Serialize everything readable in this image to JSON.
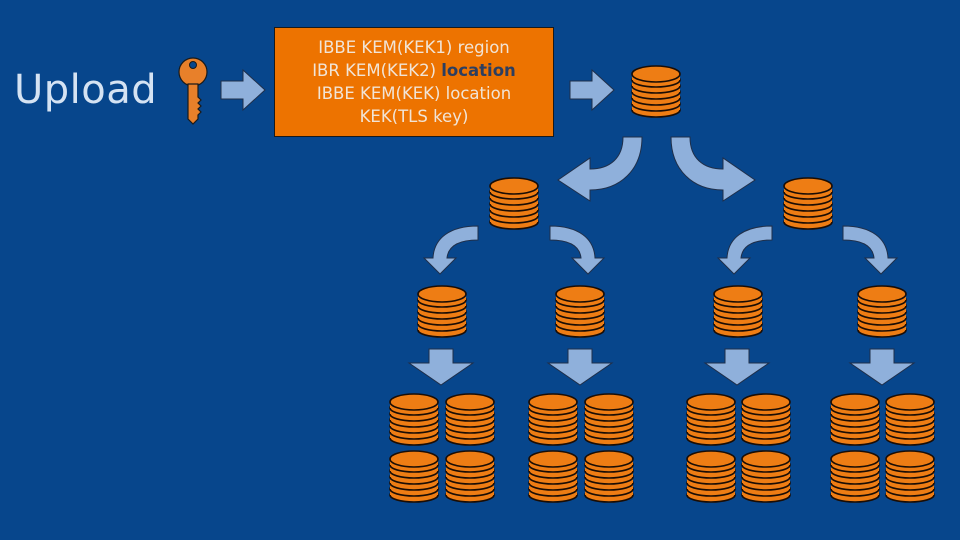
{
  "title": "Upload",
  "kem_box": {
    "lines": [
      {
        "text": "IBBE KEM(KEK1) region",
        "highlight": ""
      },
      {
        "text": "IBR KEM(KEK2) ",
        "highlight": "location"
      },
      {
        "text": "IBBE KEM(KEK) location",
        "highlight": ""
      },
      {
        "text": "KEK(TLS key)",
        "highlight": ""
      }
    ]
  },
  "colors": {
    "background": "#07468c",
    "box_fill": "#ed7300",
    "coin_fill": "#ee7d14",
    "arrow_fill": "#8fb0db",
    "key_fill": "#e8802a",
    "highlight_text": "#2c3e60"
  },
  "icons": {
    "key": "key-icon",
    "arrow": "arrow-icon",
    "storage": "coin-stack-icon"
  },
  "tree": {
    "levels": 4,
    "root_stacks": 1,
    "level2_stacks": 2,
    "level3_stacks": 4,
    "leaf_groups": 4,
    "stacks_per_leaf_group": 4
  }
}
